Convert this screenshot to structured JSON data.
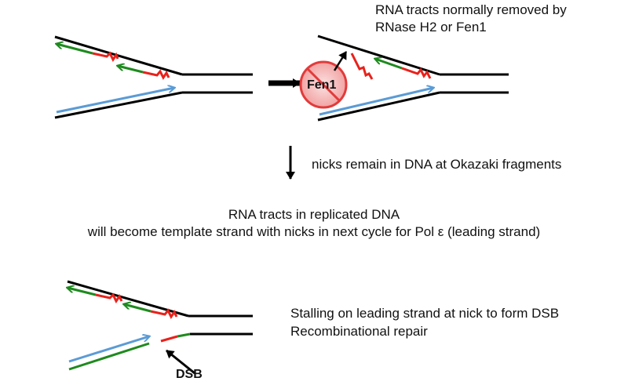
{
  "top_right_caption": {
    "line1": "RNA tracts normally removed by",
    "line2": "RNase H2 or Fen1"
  },
  "fen1_label": "Fen1",
  "arrow_note": "nicks remain in DNA at Okazaki fragments",
  "middle_text": {
    "line1": "RNA tracts in replicated DNA",
    "line2": "will become template strand with nicks in next cycle for Pol ε (leading strand)"
  },
  "bottom_right": {
    "line1": "Stalling on leading strand at nick to form DSB",
    "line2": "Recombinational repair"
  },
  "dsb_label": "DSB",
  "colors": {
    "dna": "#000000",
    "rna": "#e8221b",
    "lagging": "#1e8a1e",
    "leading": "#5b9bd5",
    "inhibit": "#e23b3b"
  }
}
